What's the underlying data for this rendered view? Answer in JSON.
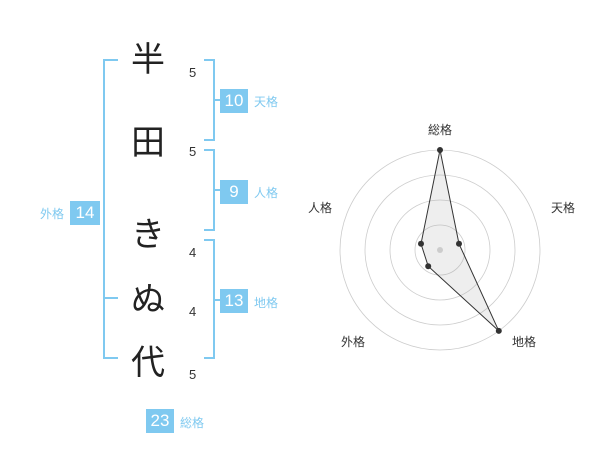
{
  "name": {
    "chars": [
      {
        "char": "半",
        "strokes": "5"
      },
      {
        "char": "田",
        "strokes": "5"
      },
      {
        "char": "き",
        "strokes": "4"
      },
      {
        "char": "ぬ",
        "strokes": "4"
      },
      {
        "char": "代",
        "strokes": "5"
      }
    ]
  },
  "kakusu": {
    "tenkaku": {
      "value": "10",
      "label": "天格"
    },
    "jinkaku": {
      "value": "9",
      "label": "人格"
    },
    "chikaku": {
      "value": "13",
      "label": "地格"
    },
    "gaikaku": {
      "value": "14",
      "label": "外格"
    },
    "soukaku": {
      "value": "23",
      "label": "総格"
    }
  },
  "colors": {
    "accent": "#7fc9f0",
    "text": "#222222",
    "grid": "#cccccc"
  },
  "chart_data": {
    "type": "radar",
    "axes": [
      "総格",
      "天格",
      "地格",
      "外格",
      "人格"
    ],
    "values": [
      1.0,
      0.2,
      1.0,
      0.2,
      0.2
    ],
    "rings": 4
  }
}
